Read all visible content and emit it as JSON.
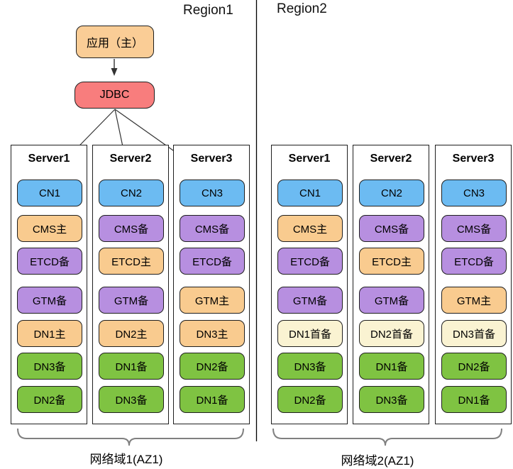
{
  "app_box": {
    "label": "应用（主）"
  },
  "jdbc_box": {
    "label": "JDBC"
  },
  "regions": [
    {
      "name": "Region1",
      "network_label": "网络域1(AZ1)",
      "servers": [
        {
          "title": "Server1",
          "boxes": [
            {
              "label": "CN1",
              "color": "blue"
            },
            {
              "label": "CMS主",
              "color": "orange"
            },
            {
              "label": "ETCD备",
              "color": "purple"
            },
            {
              "label": "GTM备",
              "color": "purple"
            },
            {
              "label": "DN1主",
              "color": "orange"
            },
            {
              "label": "DN3备",
              "color": "green"
            },
            {
              "label": "DN2备",
              "color": "green"
            }
          ]
        },
        {
          "title": "Server2",
          "boxes": [
            {
              "label": "CN2",
              "color": "blue"
            },
            {
              "label": "CMS备",
              "color": "purple"
            },
            {
              "label": "ETCD主",
              "color": "orange"
            },
            {
              "label": "GTM备",
              "color": "purple"
            },
            {
              "label": "DN2主",
              "color": "orange"
            },
            {
              "label": "DN1备",
              "color": "green"
            },
            {
              "label": "DN3备",
              "color": "green"
            }
          ]
        },
        {
          "title": "Server3",
          "boxes": [
            {
              "label": "CN3",
              "color": "blue"
            },
            {
              "label": "CMS备",
              "color": "purple"
            },
            {
              "label": "ETCD备",
              "color": "purple"
            },
            {
              "label": "GTM主",
              "color": "orange"
            },
            {
              "label": "DN3主",
              "color": "orange"
            },
            {
              "label": "DN2备",
              "color": "green"
            },
            {
              "label": "DN1备",
              "color": "green"
            }
          ]
        }
      ]
    },
    {
      "name": "Region2",
      "network_label": "网络域2(AZ1)",
      "servers": [
        {
          "title": "Server1",
          "boxes": [
            {
              "label": "CN1",
              "color": "blue"
            },
            {
              "label": "CMS主",
              "color": "orange"
            },
            {
              "label": "ETCD备",
              "color": "purple"
            },
            {
              "label": "GTM备",
              "color": "purple"
            },
            {
              "label": "DN1首备",
              "color": "cream"
            },
            {
              "label": "DN3备",
              "color": "green"
            },
            {
              "label": "DN2备",
              "color": "green"
            }
          ]
        },
        {
          "title": "Server2",
          "boxes": [
            {
              "label": "CN2",
              "color": "blue"
            },
            {
              "label": "CMS备",
              "color": "purple"
            },
            {
              "label": "ETCD主",
              "color": "orange"
            },
            {
              "label": "GTM备",
              "color": "purple"
            },
            {
              "label": "DN2首备",
              "color": "cream"
            },
            {
              "label": "DN1备",
              "color": "green"
            },
            {
              "label": "DN3备",
              "color": "green"
            }
          ]
        },
        {
          "title": "Server3",
          "boxes": [
            {
              "label": "CN3",
              "color": "blue"
            },
            {
              "label": "CMS备",
              "color": "purple"
            },
            {
              "label": "ETCD备",
              "color": "purple"
            },
            {
              "label": "GTM主",
              "color": "orange"
            },
            {
              "label": "DN3首备",
              "color": "cream"
            },
            {
              "label": "DN2备",
              "color": "green"
            },
            {
              "label": "DN1备",
              "color": "green"
            }
          ]
        }
      ]
    }
  ],
  "colors": {
    "blue": "#6CBBF2",
    "orange": "#F9CB8F",
    "purple": "#B78FE0",
    "green": "#7FC342",
    "cream": "#FAF3D2",
    "red": "#F87D7D",
    "app": "#FACD96",
    "line": "#333333",
    "brace": "#808080"
  }
}
